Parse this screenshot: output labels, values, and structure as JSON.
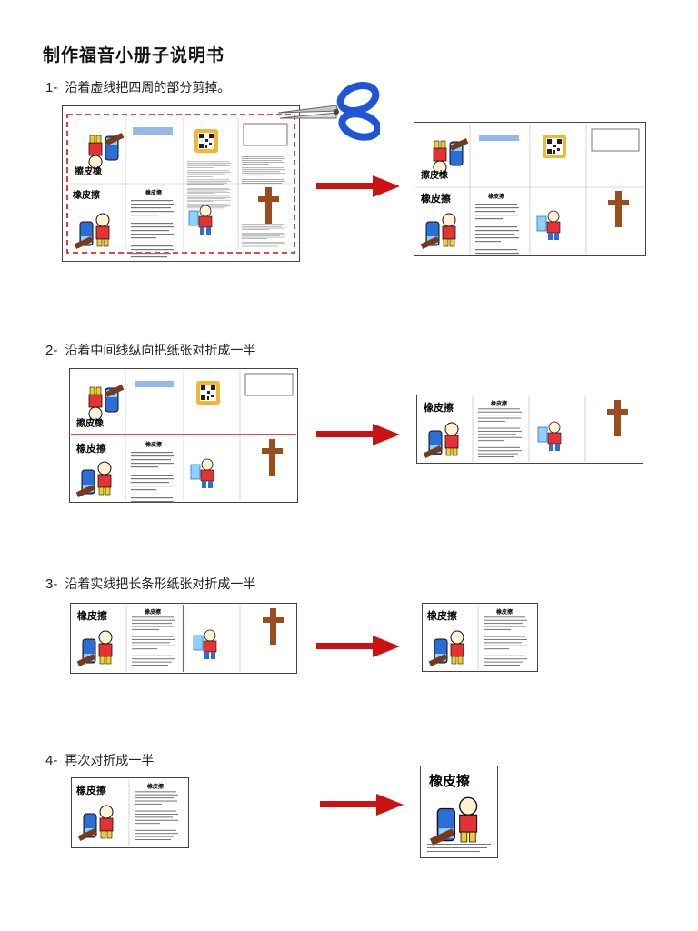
{
  "title": "制作福音小册子说明书",
  "steps": [
    {
      "num": "1-",
      "text": "沿着虚线把四周的部分剪掉。"
    },
    {
      "num": "2-",
      "text": "沿着中间线纵向把纸张对折成一半"
    },
    {
      "num": "3-",
      "text": "沿着实线把长条形纸张对折成一半"
    },
    {
      "num": "4-",
      "text": "再次对折成一半"
    }
  ],
  "booklet": {
    "cover_title": "橡皮擦",
    "inner_title": "橡皮擦",
    "flipped_title": "擦皮橡"
  },
  "colors": {
    "arrow": "#cc1111",
    "dashed_border": "#cc1111",
    "fold_line": "#cc1111",
    "scissors_handle": "#1f55d6",
    "qr_background": "#f2b632",
    "cross": "#9a4e20"
  },
  "icons": [
    "scissors-icon",
    "arrow-right-icon",
    "eraser-mascot-icon",
    "cross-icon",
    "qr-code-icon",
    "pencil-icon"
  ]
}
